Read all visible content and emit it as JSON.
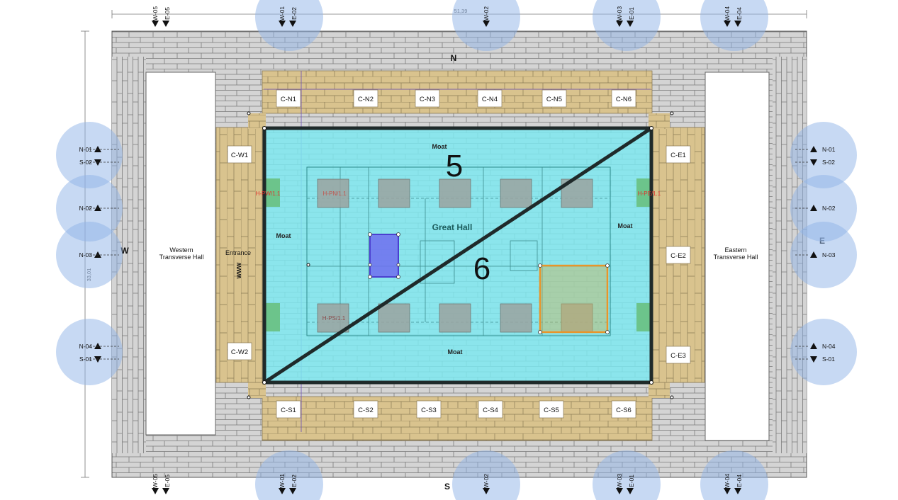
{
  "colors": {
    "stone": "#d4d4d4",
    "stone_line": "#777777",
    "chamber_fill": "#d9c38e",
    "moat_fill": "#7ee8f0",
    "frame_stroke": "#1f2a2a",
    "viewpoint_fill": "#8fb3e8",
    "pillar_fill": "#9aa3a0",
    "selection_purple": "#6f6ff0",
    "selection_orange": "#e8952a",
    "red_label": "#e0322c"
  },
  "dimensions": {
    "width_top": "51,39",
    "height_left": "33,01"
  },
  "compass": {
    "north": "N",
    "south": "S",
    "west": "W",
    "east": "E"
  },
  "halls": {
    "western": [
      "Western",
      "Transverse Hall"
    ],
    "eastern": [
      "Eastern",
      "Transverse Hall"
    ],
    "great_hall": "Great Hall",
    "entrance": "Entrance"
  },
  "moat_labels": [
    "Moat",
    "Moat",
    "Moat",
    "Moat"
  ],
  "shape_labels": {
    "top": "5",
    "diagonal": "6"
  },
  "chambers": {
    "north": [
      "C-N1",
      "C-N2",
      "C-N3",
      "C-N4",
      "C-N5",
      "C-N6"
    ],
    "south": [
      "C-S1",
      "C-S2",
      "C-S3",
      "C-S4",
      "C-S5",
      "C-S6"
    ],
    "west": [
      "C-W1",
      "C-W2"
    ],
    "east": [
      "C-E1",
      "C-E2",
      "C-E3"
    ]
  },
  "pillars": {
    "west": "H-PW/1.1",
    "north": "H-PN/1.1",
    "east": "H-PE/1.1",
    "south": "H-PS/1.1",
    "vertical_west": "WWW"
  },
  "sections_top": [
    [
      "W-05",
      "E-05"
    ],
    [
      "W-01",
      "E-02"
    ],
    [
      "W-02"
    ],
    [
      "W-03",
      "E-01"
    ],
    [
      "W-04",
      "E-04"
    ]
  ],
  "sections_bottom": [
    [
      "W-05",
      "E-05"
    ],
    [
      "W-01",
      "E-02"
    ],
    [
      "W-02"
    ],
    [
      "W-03",
      "E-01"
    ],
    [
      "W-04",
      "E-04"
    ]
  ],
  "sections_left": [
    [
      "N-01",
      "S-02"
    ],
    [
      "N-02"
    ],
    [
      "N-03"
    ],
    [
      "N-04",
      "S-01"
    ]
  ],
  "sections_right": [
    [
      "N-01",
      "S-02"
    ],
    [
      "N-02"
    ],
    [
      "N-03"
    ],
    [
      "N-04",
      "S-01"
    ]
  ]
}
